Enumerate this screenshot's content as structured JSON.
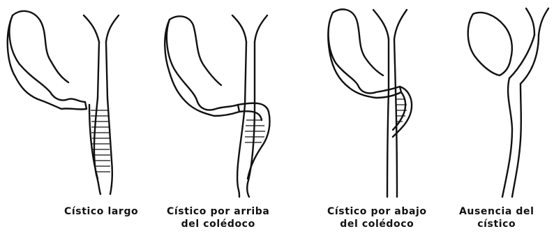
{
  "panels": [
    {
      "id": "p1",
      "caption": [
        "Cístico largo"
      ]
    },
    {
      "id": "p2",
      "caption": [
        "Cístico por arriba",
        "del colédoco"
      ]
    },
    {
      "id": "p3",
      "caption": [
        "Cístico por abajo",
        "del colédoco"
      ]
    },
    {
      "id": "p4",
      "caption": [
        "Ausencia del",
        "cístico"
      ]
    }
  ],
  "colors": {
    "ink": "#111111",
    "paper": "#ffffff"
  }
}
